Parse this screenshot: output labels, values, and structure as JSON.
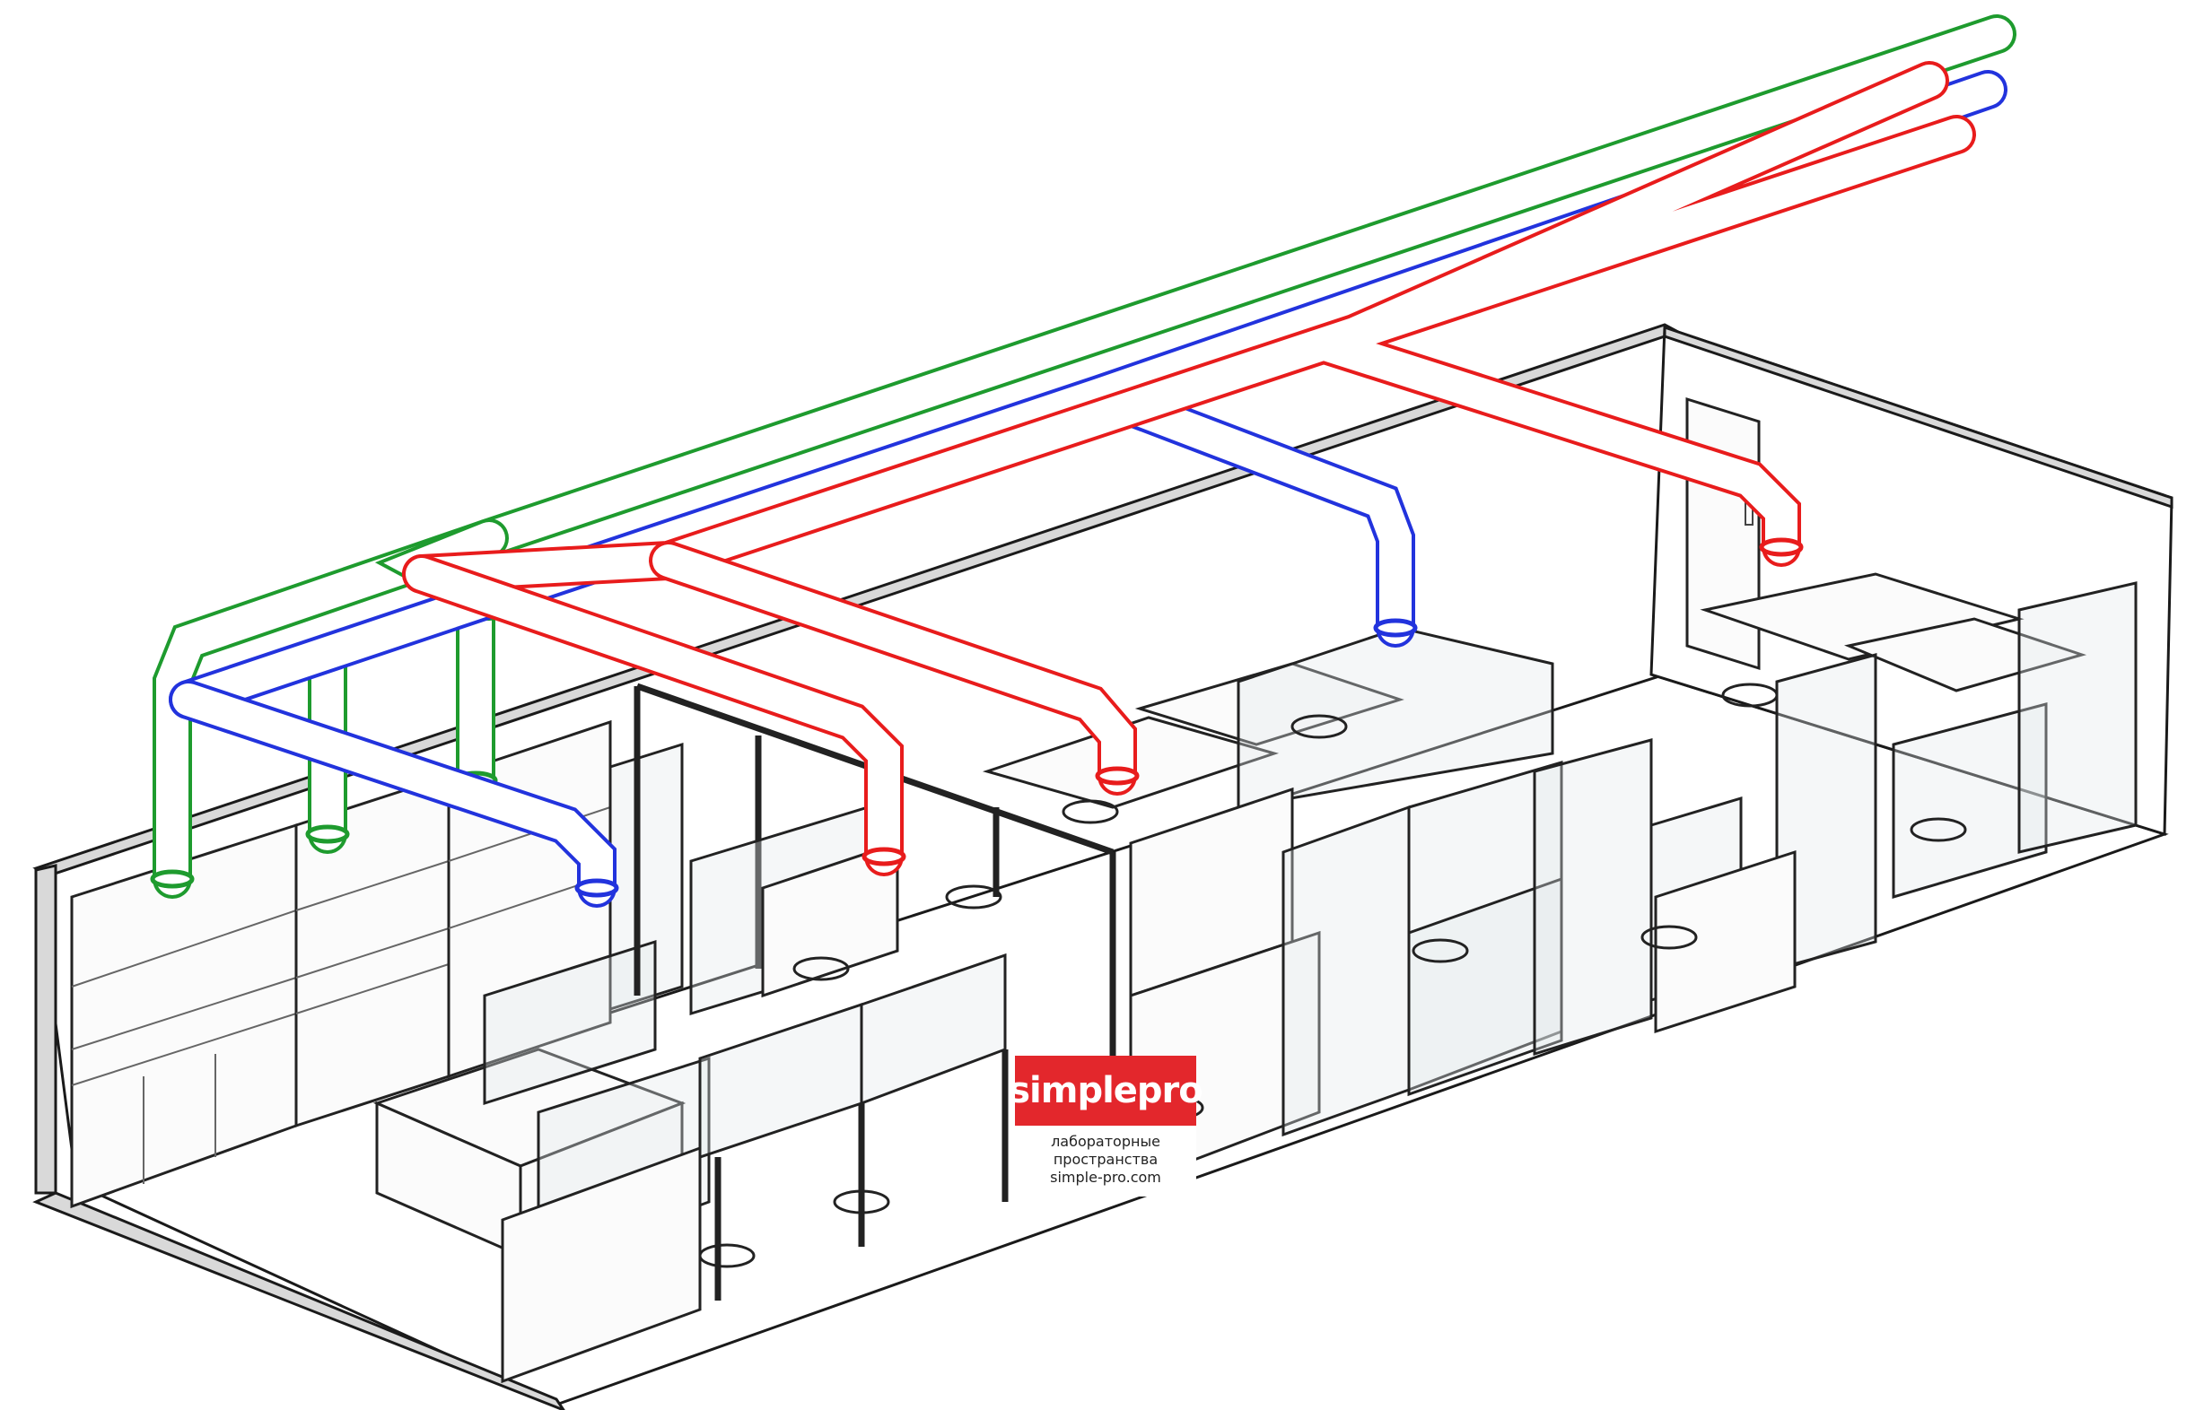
{
  "diagram": {
    "colors": {
      "supply_duct": "#1e9b2e",
      "exhaust_duct": "#e81c1c",
      "extra_duct": "#2233dd",
      "lines": "#1a1a1a",
      "brand": "#e3272c"
    },
    "ducts": [
      {
        "name": "green-main-duct",
        "color": "green"
      },
      {
        "name": "blue-main-duct",
        "color": "blue"
      },
      {
        "name": "red-main-duct",
        "color": "red"
      }
    ]
  },
  "logo": {
    "brand": "simplepro",
    "tagline_line1": "лабораторные",
    "tagline_line2": "пространства",
    "url": "simple-pro.com"
  }
}
